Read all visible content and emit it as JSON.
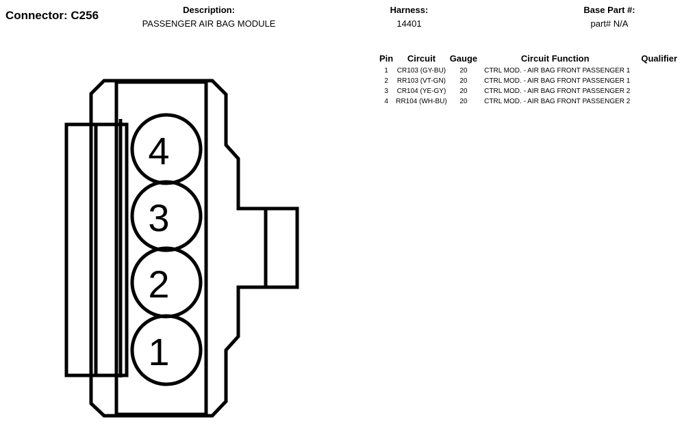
{
  "header": {
    "connector_title": "Connector: C256",
    "description_label": "Description:",
    "description_value": "PASSENGER AIR BAG MODULE",
    "harness_label": "Harness:",
    "harness_value": "14401",
    "base_part_label": "Base Part #:",
    "base_part_value": "part# N/A"
  },
  "table": {
    "columns": {
      "pin": "Pin",
      "circuit": "Circuit",
      "gauge": "Gauge",
      "function": "Circuit Function",
      "qualifier": "Qualifier"
    },
    "rows": [
      {
        "pin": "1",
        "circuit": "CR103 (GY-BU)",
        "gauge": "20",
        "function": "CTRL MOD. - AIR BAG FRONT PASSENGER 1",
        "qualifier": ""
      },
      {
        "pin": "2",
        "circuit": "RR103 (VT-GN)",
        "gauge": "20",
        "function": "CTRL MOD. - AIR BAG FRONT PASSENGER 1",
        "qualifier": ""
      },
      {
        "pin": "3",
        "circuit": "CR104 (YE-GY)",
        "gauge": "20",
        "function": "CTRL MOD. - AIR BAG FRONT PASSENGER 2",
        "qualifier": ""
      },
      {
        "pin": "4",
        "circuit": "RR104 (WH-BU)",
        "gauge": "20",
        "function": "CTRL MOD. - AIR BAG FRONT PASSENGER 2",
        "qualifier": ""
      }
    ]
  },
  "diagram": {
    "pin_labels": [
      "4",
      "3",
      "2",
      "1"
    ],
    "line_color": "#000000"
  }
}
